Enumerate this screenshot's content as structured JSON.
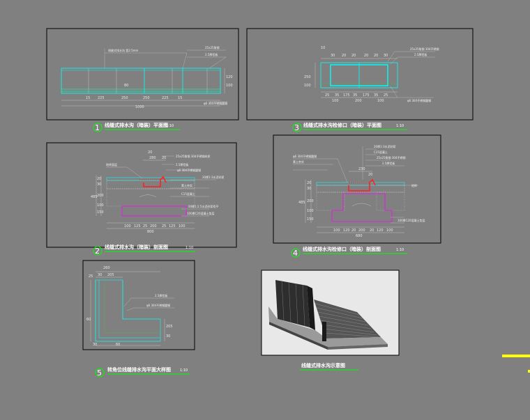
{
  "drawings": [
    {
      "id": 1,
      "number": "1",
      "title": "线缝式排水沟（暗装）平面图",
      "scale": "1:10",
      "dims_bottom": [
        "15",
        "225",
        "250",
        "250",
        "225",
        "15"
      ],
      "total_bottom": "1000",
      "dims_right": [
        "120",
        "100"
      ],
      "center_mark": "80",
      "notes": [
        "线缝式排水沟 宽2.5mm",
        "25x25角钢",
        "2.5厚铝板",
        "φ6 304不锈钢圆钢"
      ]
    },
    {
      "id": 2,
      "number": "2",
      "title": "线缝式排水沟（暗装）剖面图",
      "scale": "1:10",
      "dims_top": [
        "20",
        "280",
        "20"
      ],
      "dims_bottom": [
        "100",
        "125",
        "25",
        "200",
        "25",
        "125",
        "100"
      ],
      "total_bottom": "800",
      "dims_left": [
        "20",
        "30",
        "200",
        "100",
        "150"
      ],
      "total_left": "485",
      "notes": [
        "25x25角钢 304不锈钢材质",
        "2.5厚铝板",
        "φ6 304不锈钢圆钢",
        "地砖面层",
        "20厚1:3水泥砂浆",
        "素土夯实",
        "C15混凝土",
        "20厚1:2.5水泥砂浆找平",
        "100厚C20混凝土垫层"
      ]
    },
    {
      "id": 3,
      "number": "3",
      "title": "线缝式排水沟检修口（暗装）平面图",
      "scale": "1:10",
      "dims_top": [
        "30",
        "20",
        "20",
        "20",
        "20",
        "30"
      ],
      "dims_bottom_1": [
        "25",
        "35",
        "175",
        "35",
        "175",
        "35",
        "25"
      ],
      "dims_bottom_2": [
        "100",
        "200",
        "100"
      ],
      "dims_left": [
        "250",
        "100"
      ],
      "center_mark": "10",
      "notes": [
        "25x25角钢 304不锈钢",
        "2.5厚铝板",
        "φ6 304不锈钢圆钢"
      ]
    },
    {
      "id": 4,
      "number": "4",
      "title": "线缝式排水沟检修口（暗装）剖面图",
      "scale": "1:10",
      "dims_top": [
        "230",
        "20"
      ],
      "dims_bottom": [
        "100",
        "120",
        "20",
        "200",
        "20",
        "120",
        "100"
      ],
      "total_bottom": "680",
      "dims_left": [
        "20",
        "30",
        "200",
        "100",
        "150"
      ],
      "total_left": "485",
      "notes": [
        "地砖",
        "20厚1:3水泥砂浆",
        "C15混凝土",
        "25x25角钢 304不锈钢",
        "2.5厚铝板",
        "φ6 304不锈钢圆钢",
        "素土夯实",
        "100厚C20混凝土垫层"
      ]
    },
    {
      "id": 5,
      "number": "5",
      "title": "转角位线缝排水沟平面大样图",
      "scale": "1:10",
      "dims_top": [
        "260"
      ],
      "dims_top_2": [
        "25",
        "30",
        "205"
      ],
      "dims_left": [
        "60"
      ],
      "dims_right": [
        "30",
        "205"
      ],
      "dims_bottom": [
        "30",
        "60"
      ],
      "notes": [
        "2.5厚铝板",
        "φ6 304不锈钢圆钢"
      ]
    }
  ],
  "render_caption": "线缝式排水沟示意图",
  "colors": {
    "background": "#808080",
    "frame": "#000000",
    "cyan": "#00ffff",
    "red": "#ff2020",
    "magenta": "#ff00ff",
    "green": "#00ff00",
    "yellow": "#ffff00",
    "white": "#ffffff"
  }
}
